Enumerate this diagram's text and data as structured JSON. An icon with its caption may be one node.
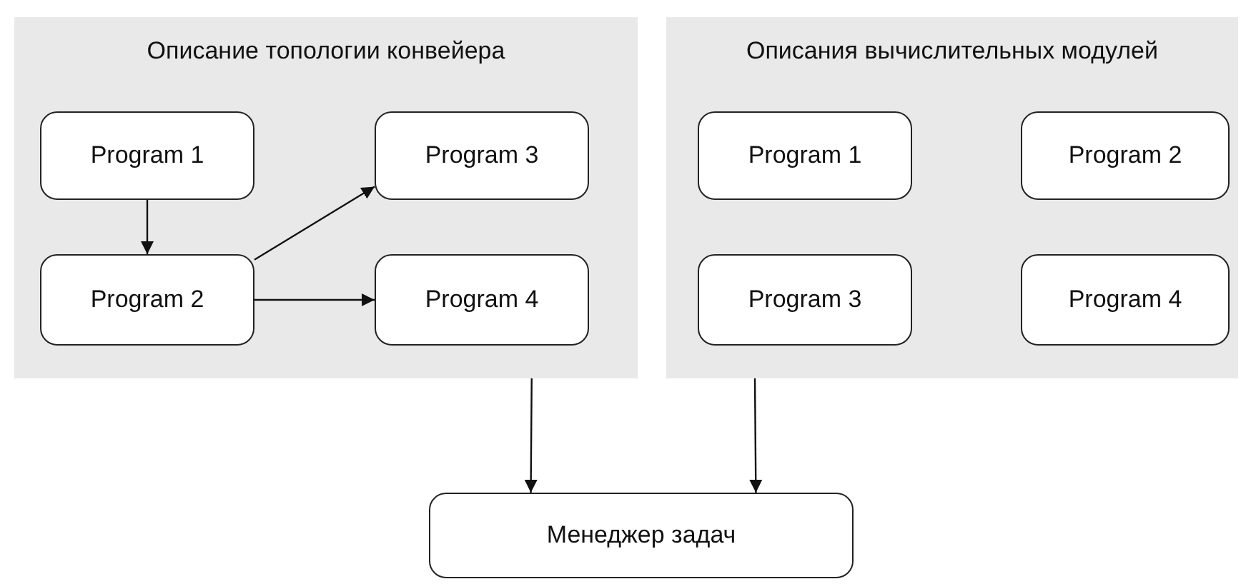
{
  "diagram": {
    "nodes": [
      {
        "text": [
          "Описание топологии конвейера"
        ]
      },
      {
        "text": [
          "Program 1"
        ],
        "in": 0
      },
      {
        "text": [
          "Program 3"
        ],
        "in": 0
      },
      {
        "text": [
          "Program 2"
        ],
        "in": 0
      },
      {
        "text": [
          "Program 4"
        ],
        "in": 0
      },
      {
        "text": [
          "Описания вычислительных модулей"
        ]
      },
      {
        "text": [
          "Program 1"
        ],
        "in": 5
      },
      {
        "text": [
          "Program 2"
        ],
        "in": 5
      },
      {
        "text": [
          "Program 3"
        ],
        "in": 5
      },
      {
        "text": [
          "Program 4"
        ],
        "in": 5
      },
      {
        "text": [
          "Менеджер задач"
        ]
      }
    ],
    "edges": [
      {
        "from": 1,
        "to": 3,
        "arrow": "to"
      },
      {
        "from": 3,
        "to": 2,
        "arrow": "to"
      },
      {
        "from": 3,
        "to": 4,
        "arrow": "to"
      },
      {
        "from": 0,
        "to": 10,
        "arrow": "to"
      },
      {
        "from": 5,
        "to": 10,
        "arrow": "to"
      }
    ]
  }
}
